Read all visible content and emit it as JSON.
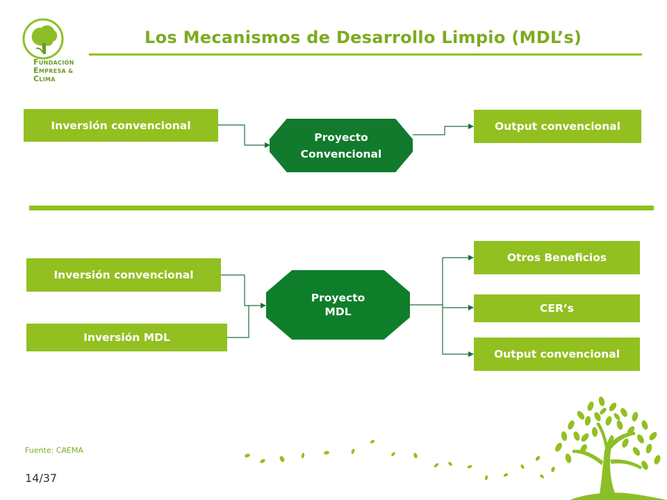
{
  "slide": {
    "title": "Los Mecanismos de Desarrollo Limpio (MDL’s)",
    "source": "Fuente: CAEMA",
    "page": "14/37"
  },
  "logo": {
    "line1_initial": "F",
    "line1_rest": "UNDACIÓN",
    "line2_initial": "E",
    "line2_rest": "MPRESA &",
    "line3_initial": "C",
    "line3_rest": "LIMA"
  },
  "diagram": {
    "conventional": {
      "input": "Inversión convencional",
      "project_line1": "Proyecto",
      "project_line2": "Convencional",
      "output": "Output convencional"
    },
    "mdl": {
      "input_conventional": "Inversión convencional",
      "input_mdl": "Inversión MDL",
      "project_line1": "Proyecto",
      "project_line2": "MDL",
      "output_other": "Otros Beneficios",
      "output_cers": "CER’s",
      "output_conventional": "Output convencional"
    }
  },
  "colors": {
    "accent_green": "#92c020",
    "dark_green": "#117a2c",
    "title_green": "#7dab21",
    "connector": "#1e6f3a"
  }
}
